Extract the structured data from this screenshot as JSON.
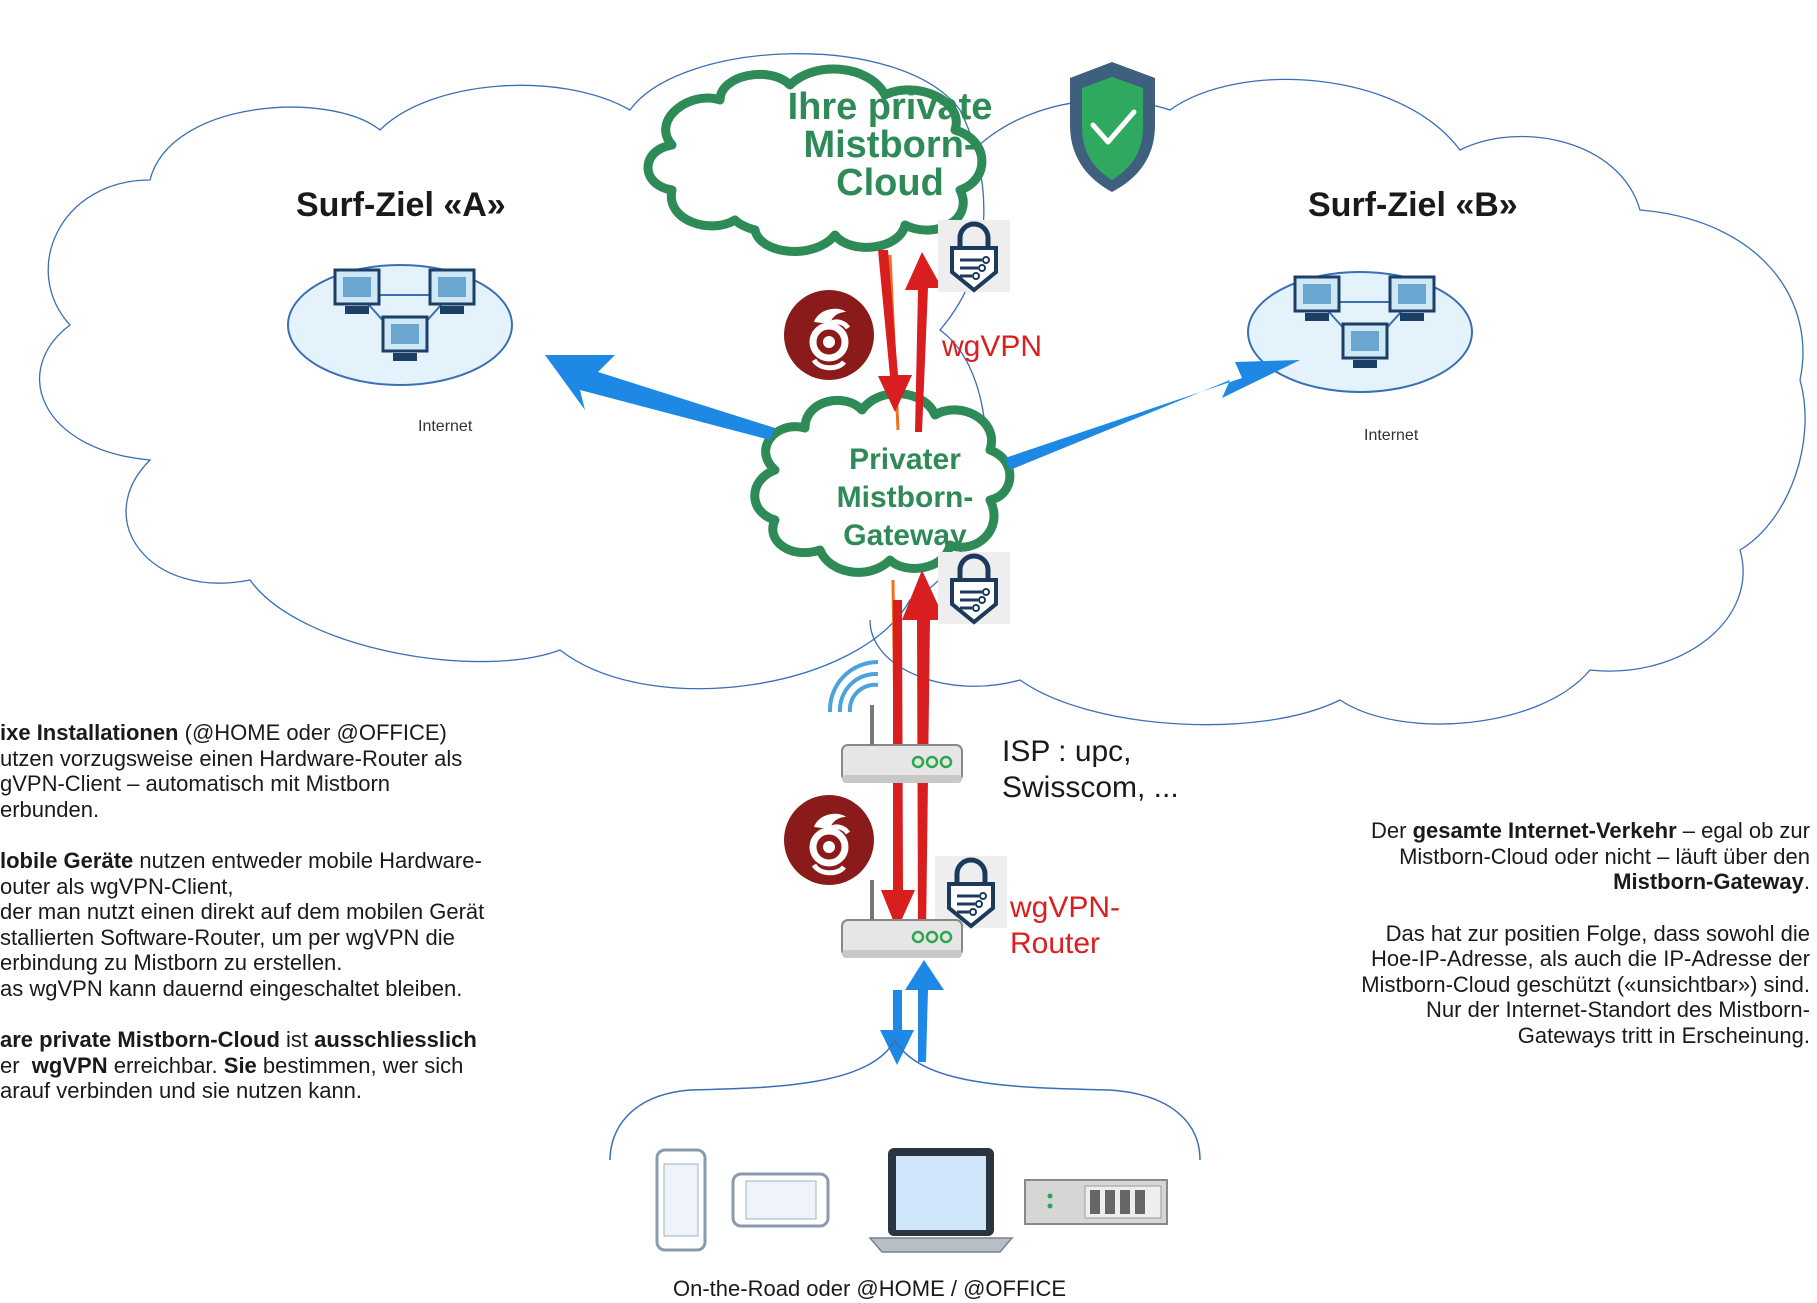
{
  "internet_cloud_a": {
    "title": "Surf-Ziel «A»",
    "network_label": "Internet"
  },
  "internet_cloud_b": {
    "title": "Surf-Ziel «B»",
    "network_label": "Internet"
  },
  "private_cloud": {
    "line1": "Ihre private",
    "line2": "Mistborn-",
    "line3": "Cloud"
  },
  "gateway": {
    "line1": "Privater",
    "line2": "Mistborn-",
    "line3": "Gateway"
  },
  "labels": {
    "wgvpn_top": "wgVPN",
    "isp_line1": "ISP : upc,",
    "isp_line2": "Swisscom, ...",
    "router_line1": "wgVPN-",
    "router_line2": "Router",
    "devices_caption": "On-the-Road oder @HOME / @OFFICE"
  },
  "left_text": {
    "p1_bold": "ixe Installationen",
    "p1_rest": " (@HOME oder @OFFICE)",
    "p1_line2": "utzen vorzugsweise einen Hardware-Router als",
    "p1_line3": "gVPN-Client – automatisch mit Mistborn",
    "p1_line4": "erbunden.",
    "p2_bold": "lobile Geräte",
    "p2_rest": " nutzen entweder mobile Hardware-",
    "p2_line2": "outer als wgVPN-Client,",
    "p2_line3": "der man nutzt einen direkt auf dem mobilen Gerät",
    "p2_line4": "stallierten Software-Router, um per wgVPN die",
    "p2_line5": "erbindung zu Mistborn zu erstellen.",
    "p2_line6": "as wgVPN kann dauernd eingeschaltet bleiben.",
    "p3_bold1": "are private Mistborn-Cloud",
    "p3_mid1": " ist ",
    "p3_bold2": "ausschliesslich",
    "p3_line2_pre": "er  ",
    "p3_line2_bold": "wgVPN",
    "p3_line2_mid": " erreichbar. ",
    "p3_line2_bold2": "Sie",
    "p3_line2_rest": " bestimmen, wer sich",
    "p3_line3": "arauf verbinden und sie nutzen kann."
  },
  "right_text": {
    "r1_pre": "Der ",
    "r1_bold": "gesamte Internet-Verkehr",
    "r1_rest": " – egal ob zur",
    "r1_line2": "Mistborn-Cloud oder nicht – läuft über den",
    "r1_line3_bold": "Mistborn-Gateway",
    "r1_line3_rest": ".",
    "r2_line1": "Das hat zur positien Folge, dass sowohl die",
    "r2_line2": "Hoe-IP-Adresse, als auch die IP-Adresse der",
    "r2_line3": "Mistborn-Cloud geschützt («unsichtbar») sind.",
    "r2_line4": "Nur der Internet-Standort des Mistborn-",
    "r2_line5": "Gateways tritt in Erscheinung."
  },
  "icons": [
    "shield-check-icon",
    "lock-icon",
    "wireguard-logo-icon",
    "network-computers-icon",
    "router-icon",
    "wifi-signal-icon",
    "smartphone-icon",
    "tablet-icon",
    "laptop-icon",
    "server-icon"
  ],
  "colors": {
    "cloud_outline": "#3a6fb5",
    "green_cloud": "#2e8a57",
    "arrow_blue": "#1e88e5",
    "arrow_red": "#d81e1e",
    "arrow_orange": "#f07020",
    "shield": "#3f5f7f",
    "shield_check": "#2fa860",
    "lock": "#1b3a5c",
    "wireguard": "#8b1a1a"
  }
}
